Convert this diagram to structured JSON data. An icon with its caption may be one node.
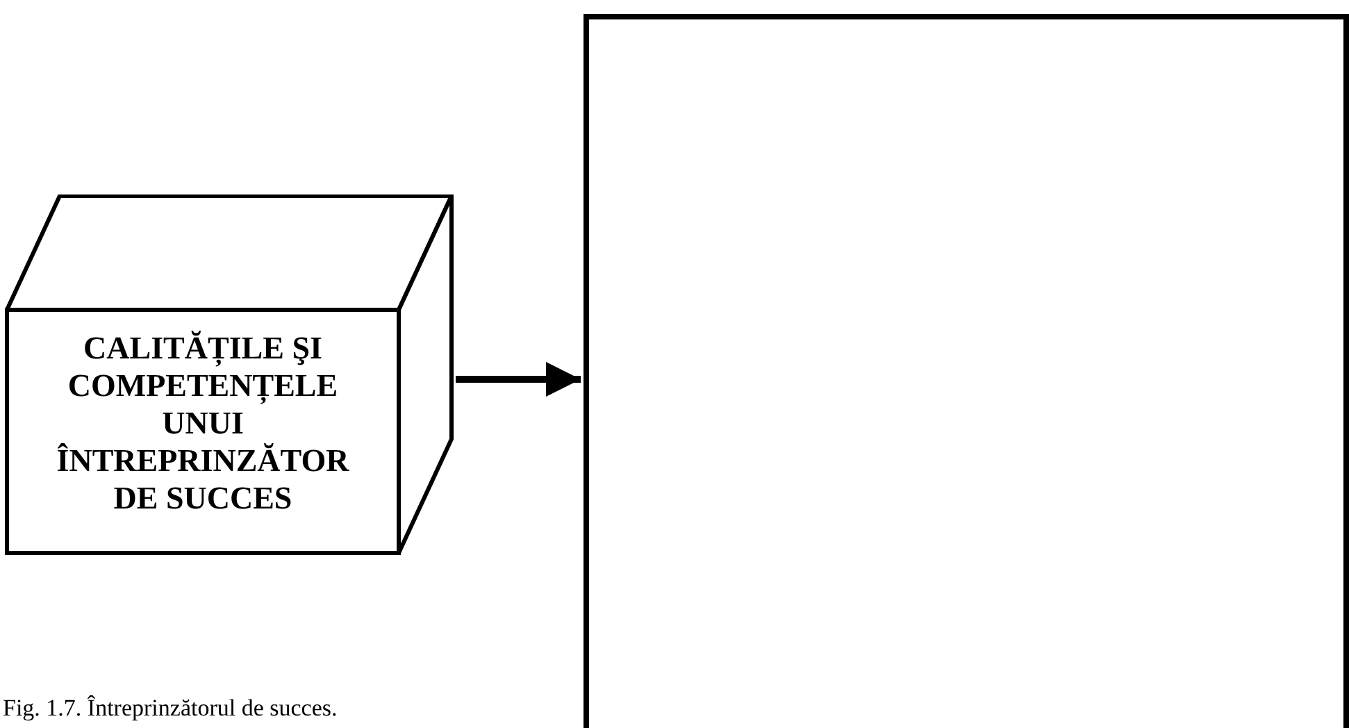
{
  "diagram": {
    "caption": "Fig. 1.7. Întreprinzătorul de succes.",
    "nodes": [
      {
        "text": [
          "CALITĂȚILE ŞI COMPETENȚELE UNUI ÎNTREPRINZĂTOR DE SUCCES"
        ]
      },
      {
        "text": [],
        "shape": "box"
      }
    ],
    "edges": [
      {
        "from": 0,
        "to": 1,
        "arrow": "to"
      }
    ]
  }
}
